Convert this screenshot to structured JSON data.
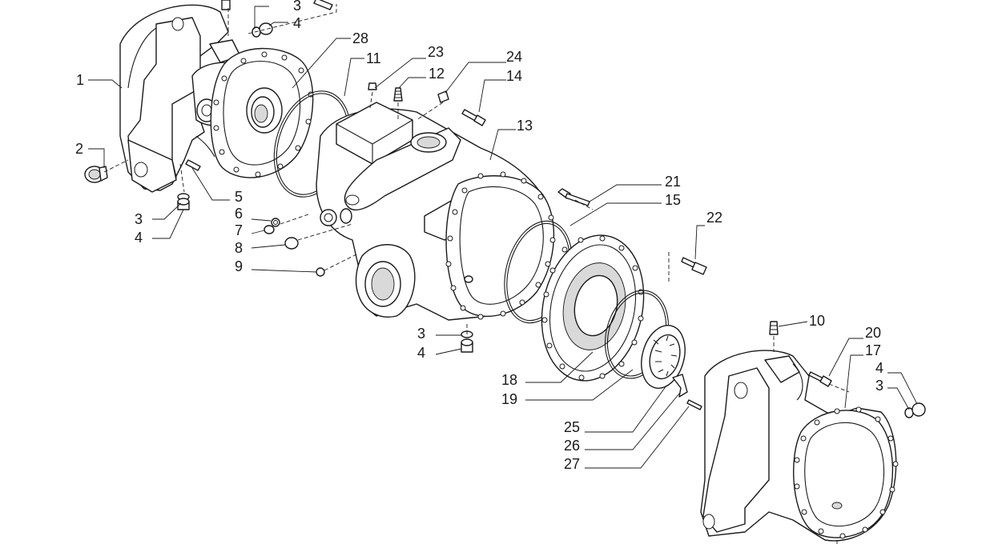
{
  "callouts": [
    {
      "id": "c1-a",
      "label": "1"
    },
    {
      "id": "c2",
      "label": "2"
    },
    {
      "id": "c3-a",
      "label": "3"
    },
    {
      "id": "c4-a",
      "label": "4"
    },
    {
      "id": "c28",
      "label": "28"
    },
    {
      "id": "c11",
      "label": "11"
    },
    {
      "id": "c23",
      "label": "23"
    },
    {
      "id": "c12",
      "label": "12"
    },
    {
      "id": "c24",
      "label": "24"
    },
    {
      "id": "c14",
      "label": "14"
    },
    {
      "id": "c13",
      "label": "13"
    },
    {
      "id": "c3-b",
      "label": "3"
    },
    {
      "id": "c4-b",
      "label": "4"
    },
    {
      "id": "c5",
      "label": "5"
    },
    {
      "id": "c6",
      "label": "6"
    },
    {
      "id": "c7",
      "label": "7"
    },
    {
      "id": "c8",
      "label": "8"
    },
    {
      "id": "c9",
      "label": "9"
    },
    {
      "id": "c21",
      "label": "21"
    },
    {
      "id": "c15",
      "label": "15"
    },
    {
      "id": "c22",
      "label": "22"
    },
    {
      "id": "c3-c",
      "label": "3"
    },
    {
      "id": "c4-c",
      "label": "4"
    },
    {
      "id": "c18",
      "label": "18"
    },
    {
      "id": "c19",
      "label": "19"
    },
    {
      "id": "c10",
      "label": "10"
    },
    {
      "id": "c20",
      "label": "20"
    },
    {
      "id": "c17",
      "label": "17"
    },
    {
      "id": "c4-d",
      "label": "4"
    },
    {
      "id": "c3-d",
      "label": "3"
    },
    {
      "id": "c25",
      "label": "25"
    },
    {
      "id": "c26",
      "label": "26"
    },
    {
      "id": "c27",
      "label": "27"
    }
  ]
}
